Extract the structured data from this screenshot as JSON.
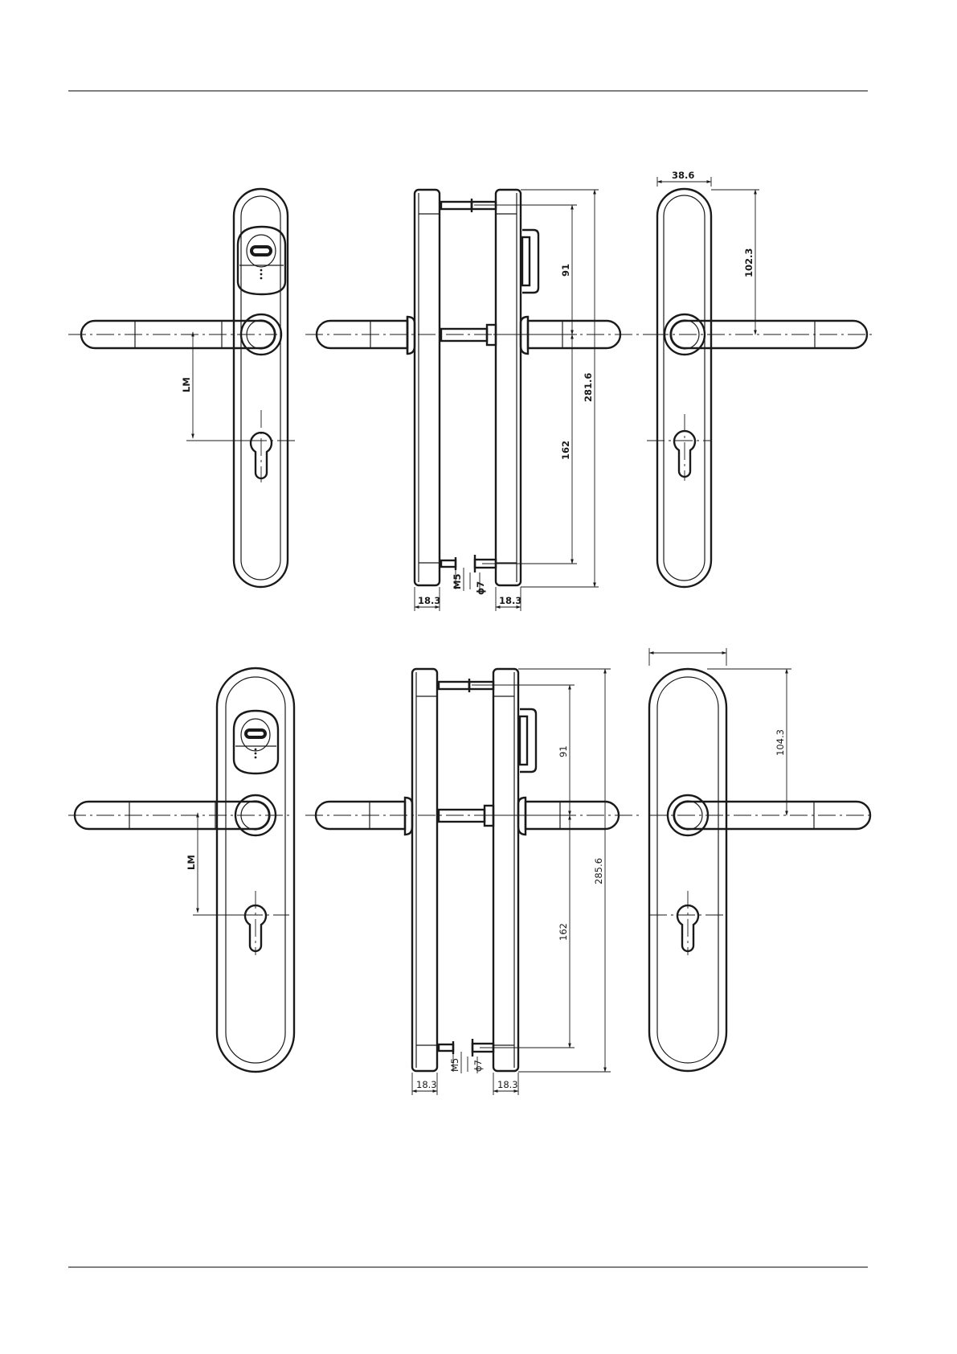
{
  "labels": {
    "top": {
      "lm": "LM",
      "dim_91": "91",
      "dim_162": "162",
      "dim_total": "281.6",
      "dim_thickness_left": "18.3",
      "dim_thickness_right": "18.3",
      "screw": "M5",
      "pin": "ϕ7",
      "dim_width": "38.6",
      "dim_handle_height": "102.3"
    },
    "bottom": {
      "lm": "LM",
      "dim_91": "91",
      "dim_162": "162",
      "dim_total": "285.6",
      "dim_thickness_left": "18.3",
      "dim_thickness_right": "18.3",
      "screw": "M5",
      "pin": "ϕ7",
      "dim_handle_height": "104.3"
    }
  }
}
